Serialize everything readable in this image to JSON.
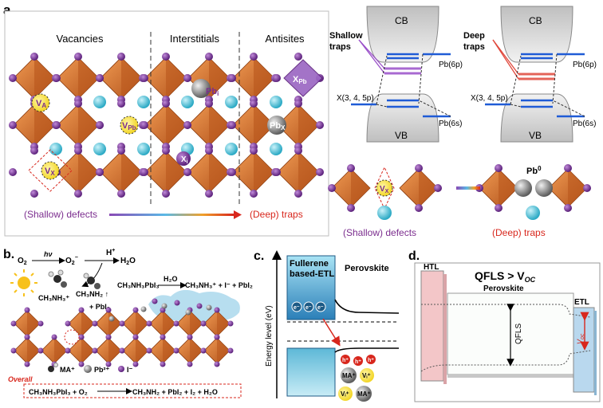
{
  "panel_a": {
    "label": "a.",
    "categories": [
      "Vacancies",
      "Interstitials",
      "Antisites"
    ],
    "defects": {
      "va": "V",
      "va_sub": "A",
      "vpb": "V",
      "vpb_sub": "Pb",
      "vx": "V",
      "vx_sub": "X",
      "pbi": "Pb",
      "pbi_sub": "i",
      "xi": "X",
      "xi_sub": "i",
      "pbx": "Pb",
      "pbx_sub": "X",
      "xpb": "X",
      "xpb_sub": "Pb"
    },
    "arrow_left": "(Shallow) defects",
    "arrow_right": "(Deep) traps",
    "bands": {
      "cb": "CB",
      "vb": "VB",
      "pb6p": "Pb(6p)",
      "pb6s": "Pb(6s)",
      "x_orb": "X(3, 4, 5p)",
      "shallow_label_1": "Shallow",
      "shallow_label_2": "traps",
      "deep_label_1": "Deep",
      "deep_label_2": "traps"
    },
    "pb0": "Pb",
    "pb0_sup": "0",
    "vx_small": "V",
    "vx_small_sub": "X",
    "bottom_left": "(Shallow) defects",
    "bottom_right": "(Deep) traps"
  },
  "panel_b": {
    "label": "b.",
    "o2": "O",
    "o2_sub": "2",
    "o2_minus": "O",
    "o2_minus_sub": "2",
    "o2_minus_sup": "−",
    "hv": "hν",
    "h_plus": "H",
    "h_plus_sup": "+",
    "h2o": "H",
    "h2o_sub": "2",
    "h2o_end": "O",
    "ch3nh3_plus": "CH₃NH₃⁺",
    "ch3nh2": "CH₃NH₂ ↑",
    "pbi2": "+ PbI₂",
    "reaction_lhs": "CH₃NH₃PbI₃",
    "reaction_h2o": "H₂O",
    "reaction_rhs": "CH₃NH₃⁺ + I⁻ + PbI₂",
    "legend_ma": "MA⁺",
    "legend_pb": "Pb²⁺",
    "legend_i": "I⁻",
    "overall_label": "Overall",
    "overall_lhs": "CH₃NH₃PbI₃ + O₂",
    "overall_rhs": "CH₃NH₂ + PbI₂ + I₂ + H₂O"
  },
  "panel_c": {
    "label": "c.",
    "y_axis": "Energy level (eV)",
    "etl_1": "Fullerene",
    "etl_2": "based-ETL",
    "perovskite": "Perovskite",
    "e_minus": "e⁻",
    "h_plus": "h⁺",
    "ma": "MA⁺",
    "vi": "Vᵢ⁺"
  },
  "panel_d": {
    "label": "d.",
    "title_q": "QFLS > V",
    "title_sub": "OC",
    "perovskite": "Perovskite",
    "htl": "HTL",
    "etl": "ETL",
    "qfls": "QFLS",
    "voc": "V",
    "voc_sub": "oc"
  },
  "colors": {
    "octahedron": "#d9722f",
    "iodide": "#7b3a9a",
    "a_cation": "#4fc3d6",
    "pb": "#8a8a8a",
    "defect_label": "#7b2d8e",
    "deep": "#d63a2f",
    "level_blue": "#1f5bd6",
    "htl": "#f3c6c8",
    "etl": "#b9d8ee"
  }
}
